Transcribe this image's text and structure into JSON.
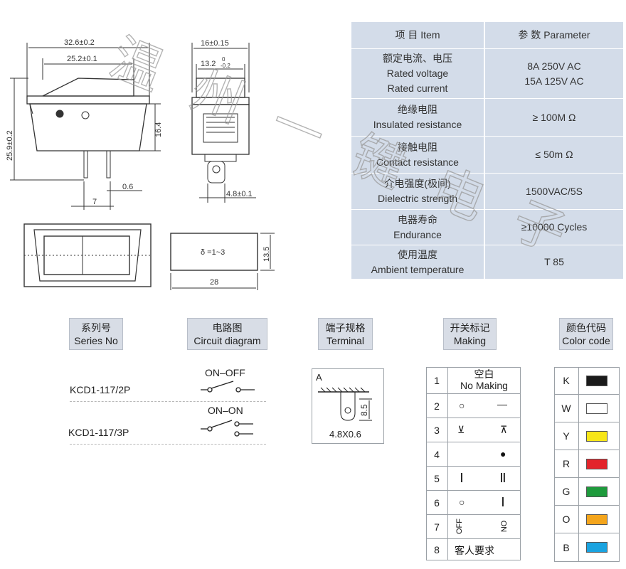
{
  "dimensions": {
    "width_total": "32.6±0.2",
    "width_inner": "25.2±0.1",
    "height_total": "25.9±0.2",
    "height_body": "16.4",
    "side_width": "16±0.15",
    "side_inner_main": "13.2",
    "side_inner_tol_top": "0",
    "side_inner_tol_bottom": "-0.2",
    "terminal_thickness": "0.6",
    "terminal_pitch": "7",
    "terminal_width": "4.8±0.1",
    "panel_thickness": "δ =1~3",
    "cutout_height": "13.5",
    "cutout_width": "28"
  },
  "spec_table": {
    "header": {
      "item": "项 目  Item",
      "param": "参 数  Parameter"
    },
    "rows": [
      {
        "item_cn": "额定电流、电压",
        "item_en": "Rated voltage",
        "item_en2": "Rated current",
        "param": "8A  250V AC",
        "param2": "15A 125V AC"
      },
      {
        "item_cn": "绝缘电阻",
        "item_en": "Insulated resistance",
        "param": "≥ 100M Ω"
      },
      {
        "item_cn": "接触电阻",
        "item_en": "Contact resistance",
        "param": "≤ 50m Ω"
      },
      {
        "item_cn": "介电强度(极间)",
        "item_en": "Dielectric strength",
        "param": "1500VAC/5S"
      },
      {
        "item_cn": "电器寿命",
        "item_en": "Endurance",
        "param": "≥10000 Cycles"
      },
      {
        "item_cn": "使用温度",
        "item_en": "Ambient temperature",
        "param": "T 85"
      }
    ]
  },
  "headers": {
    "series": {
      "cn": "系列号",
      "en": "Series No"
    },
    "circuit": {
      "cn": "电路图",
      "en": "Circuit diagram"
    },
    "terminal": {
      "cn": "端子规格",
      "en": "Terminal"
    },
    "making": {
      "cn": "开关标记",
      "en": "Making"
    },
    "color": {
      "cn": "颜色代码",
      "en": "Color code"
    }
  },
  "series": [
    {
      "model": "KCD1-117/2P",
      "circuit": "ON–OFF"
    },
    {
      "model": "KCD1-117/3P",
      "circuit": "ON–ON"
    }
  ],
  "terminal": {
    "label": "A",
    "height": "8.5",
    "size": "4.8X0.6"
  },
  "making": {
    "rows": [
      {
        "num": "1",
        "text_cn": "空白",
        "text_en": "No Making"
      },
      {
        "num": "2"
      },
      {
        "num": "3"
      },
      {
        "num": "4"
      },
      {
        "num": "5"
      },
      {
        "num": "6"
      },
      {
        "num": "7",
        "off": "OFF",
        "on": "ON"
      },
      {
        "num": "8",
        "text_cn": "客人要求"
      }
    ]
  },
  "color_codes": [
    {
      "code": "K",
      "color": "#1a1a1a"
    },
    {
      "code": "W",
      "color": "#ffffff"
    },
    {
      "code": "Y",
      "color": "#f7e619"
    },
    {
      "code": "R",
      "color": "#e3242b"
    },
    {
      "code": "G",
      "color": "#1e9b3c"
    },
    {
      "code": "O",
      "color": "#f4a51c"
    },
    {
      "code": "B",
      "color": "#1aa3e0"
    }
  ],
  "watermark": "温州一键电子"
}
